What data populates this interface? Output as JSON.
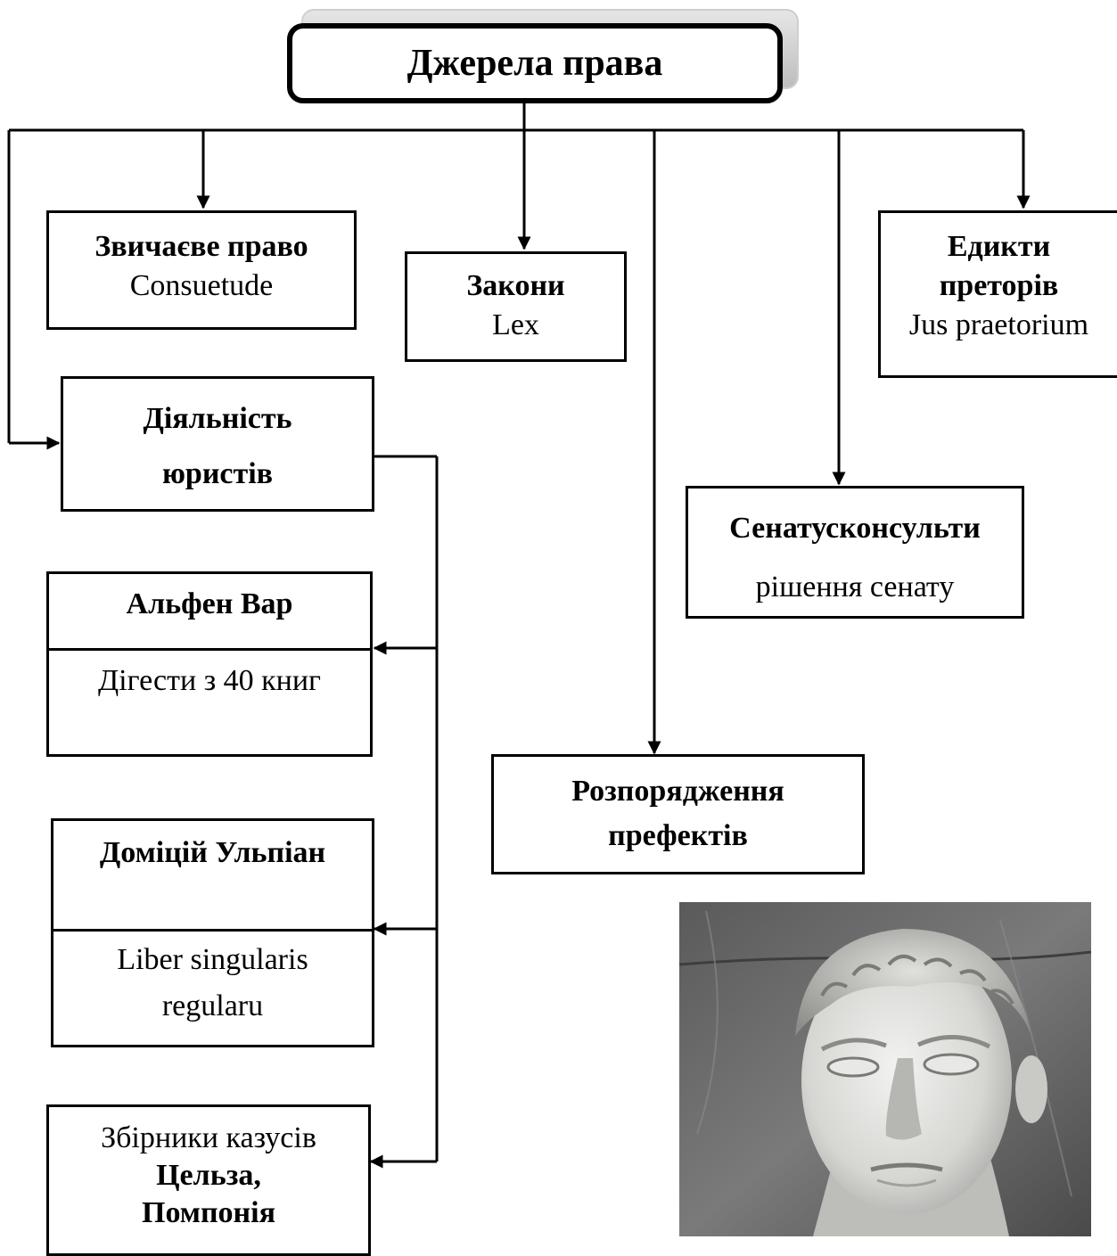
{
  "title": "Джерела права",
  "custom_law": {
    "name": "Звичаєве право",
    "latin": "Consuetude"
  },
  "laws": {
    "name": "Закони",
    "latin": "Lex"
  },
  "edicts": {
    "name_line1": "Едикти",
    "name_line2": "преторів",
    "latin": "Jus praetorium"
  },
  "jurists": {
    "name_line1": "Діяльність",
    "name_line2": "юристів"
  },
  "senatus": {
    "name": "Сенатусконсульти",
    "desc": "рішення сенату"
  },
  "alfen": {
    "name": "Альфен Вар",
    "work": "Дігести з 40 книг"
  },
  "ulpian": {
    "name": "Доміцій Ульпіан",
    "work_line1": "Liber singularis",
    "work_line2": "regularu"
  },
  "prefects": {
    "name_line1": "Розпорядження",
    "name_line2": "префектів"
  },
  "cases": {
    "line1": "Збірники казусів",
    "line2": "Цельза,",
    "line3": "Помпонія"
  }
}
